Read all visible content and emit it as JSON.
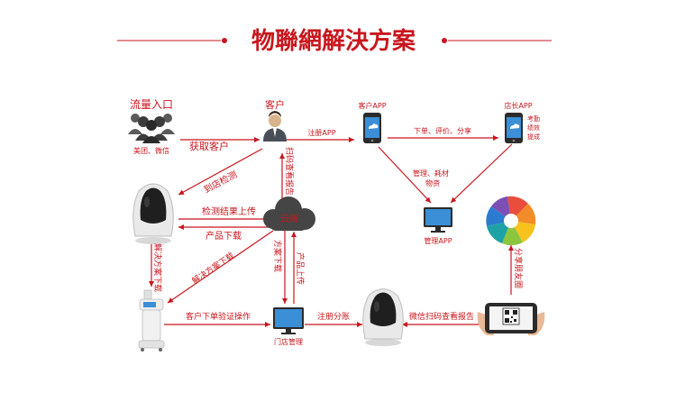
{
  "title": "物聯網解決方案",
  "colors": {
    "accent": "#c8161d",
    "arrow": "#c8161d",
    "device_dark": "#2b2b2b",
    "screen_blue": "#3b8fd6"
  },
  "nodes": {
    "traffic": {
      "label": "流量入口",
      "sub": "美团、微信",
      "icon": "people-group-icon"
    },
    "customer": {
      "label": "客户",
      "icon": "businessman-icon"
    },
    "customer_app": {
      "label": "客户APP",
      "icon": "smartphone-icon"
    },
    "store_app": {
      "label": "店长APP",
      "sub_lines": [
        "考勤",
        "绩效",
        "提成"
      ],
      "icon": "smartphone-icon"
    },
    "mirror_top": {
      "icon": "smart-mirror-device-icon"
    },
    "cloud": {
      "label": "云端",
      "icon": "cloud-icon"
    },
    "manage_app": {
      "label": "管理APP",
      "icon": "monitor-icon"
    },
    "share_logo": {
      "icon": "aperture-logo-icon"
    },
    "machine": {
      "icon": "beauty-machine-icon"
    },
    "store_mgmt": {
      "label": "门店管理",
      "icon": "monitor-icon"
    },
    "mirror_bottom": {
      "icon": "smart-mirror-device-icon"
    },
    "phone_scan": {
      "icon": "phone-qr-scan-icon"
    }
  },
  "edges": {
    "get_customer": "获取客户",
    "to_store": "到店检测",
    "upload": "检测结果上传",
    "product_download": "产品下载",
    "solution_download": "解决方案下载",
    "register_app": "注册APP",
    "order_eval_share": "下单、评价、分享",
    "mgmt_lines": [
      "管理、耗材",
      "物资"
    ],
    "scan_report": "扫码查看报告",
    "solution_dl_vertical": "解决方案下载",
    "plan_download": "方案下载",
    "product_upload": "产品上传",
    "order_verify": "客户下单验证操作",
    "reg_share": "注册分账",
    "wechat_scan": "微信扫码查看报告",
    "friends_share": "分享朋友圈"
  }
}
